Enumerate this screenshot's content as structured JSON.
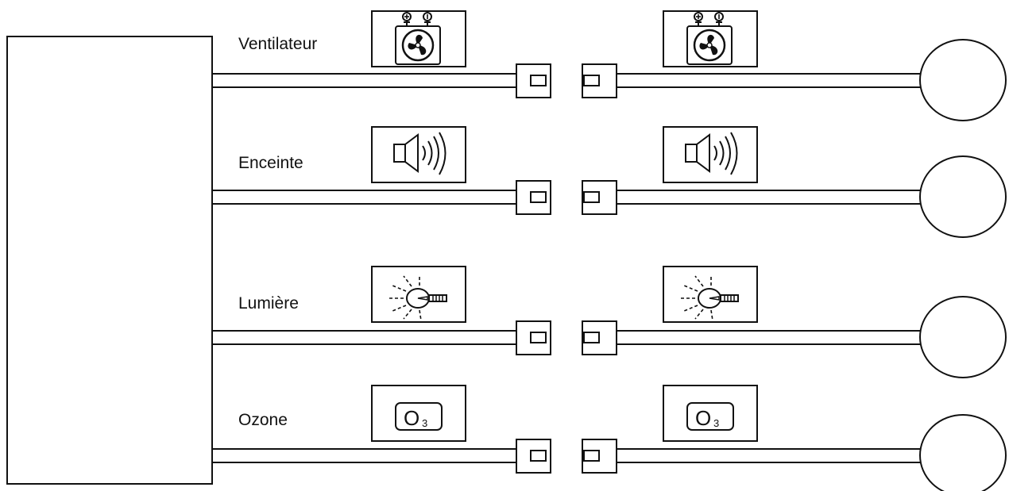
{
  "rows": [
    {
      "label": "Ventilateur",
      "icon": "fan-icon"
    },
    {
      "label": "Enceinte",
      "icon": "speaker-icon"
    },
    {
      "label": "Lumière",
      "icon": "light-bulb-icon"
    },
    {
      "label": "Ozone",
      "icon": "ozone-icon"
    }
  ],
  "ozone_symbol": {
    "main": "O",
    "sub": "3"
  }
}
